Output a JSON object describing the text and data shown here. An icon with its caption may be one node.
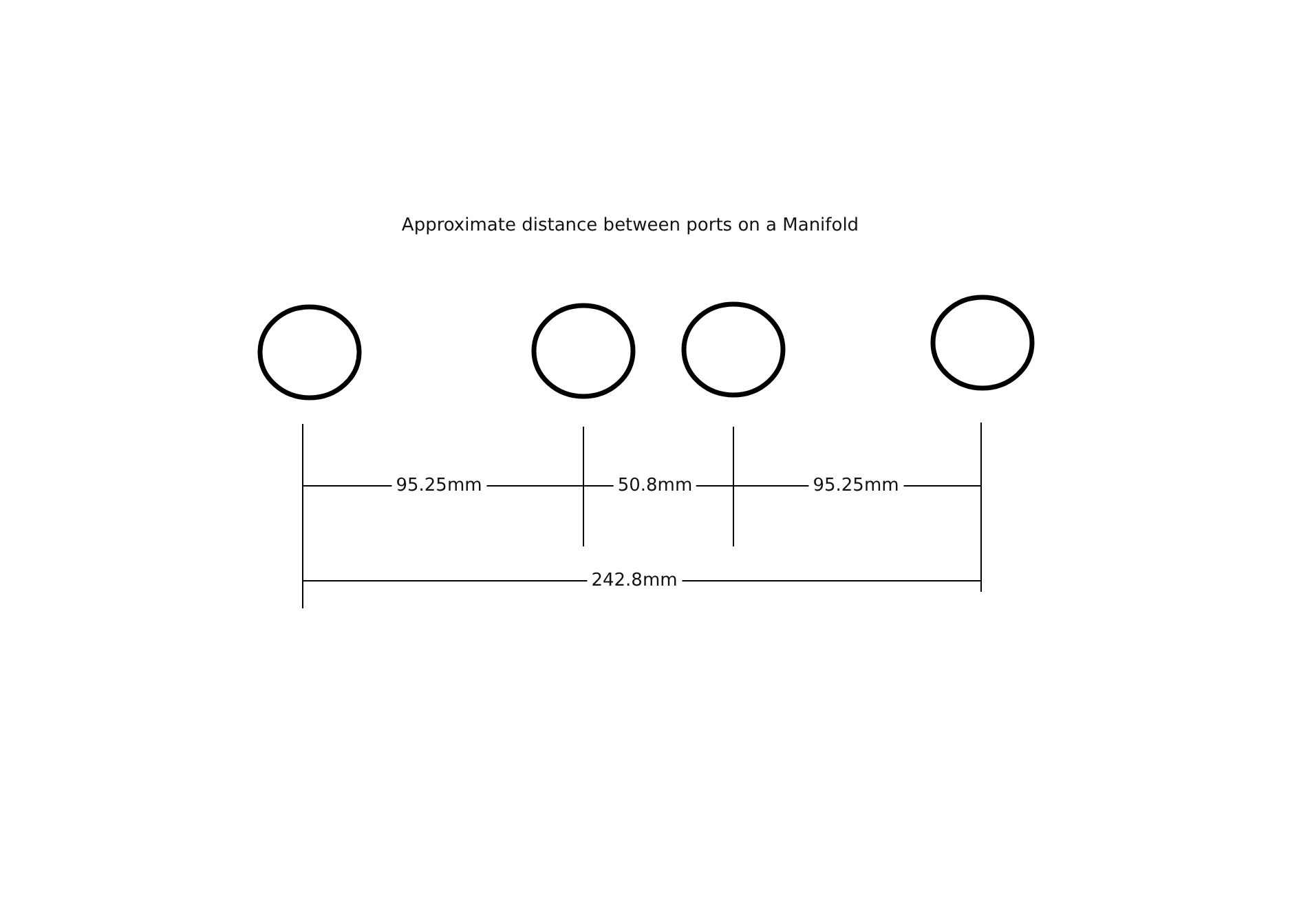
{
  "diagram": {
    "title": "Approximate distance between ports on a Manifold",
    "nodes": [
      {
        "text": [],
        "shape": "circle"
      },
      {
        "text": [],
        "shape": "circle"
      },
      {
        "text": [],
        "shape": "circle"
      },
      {
        "text": [],
        "shape": "circle"
      }
    ],
    "labels": [
      "95.25mm",
      "50.8mm",
      "95.25mm",
      "242.8mm"
    ]
  }
}
